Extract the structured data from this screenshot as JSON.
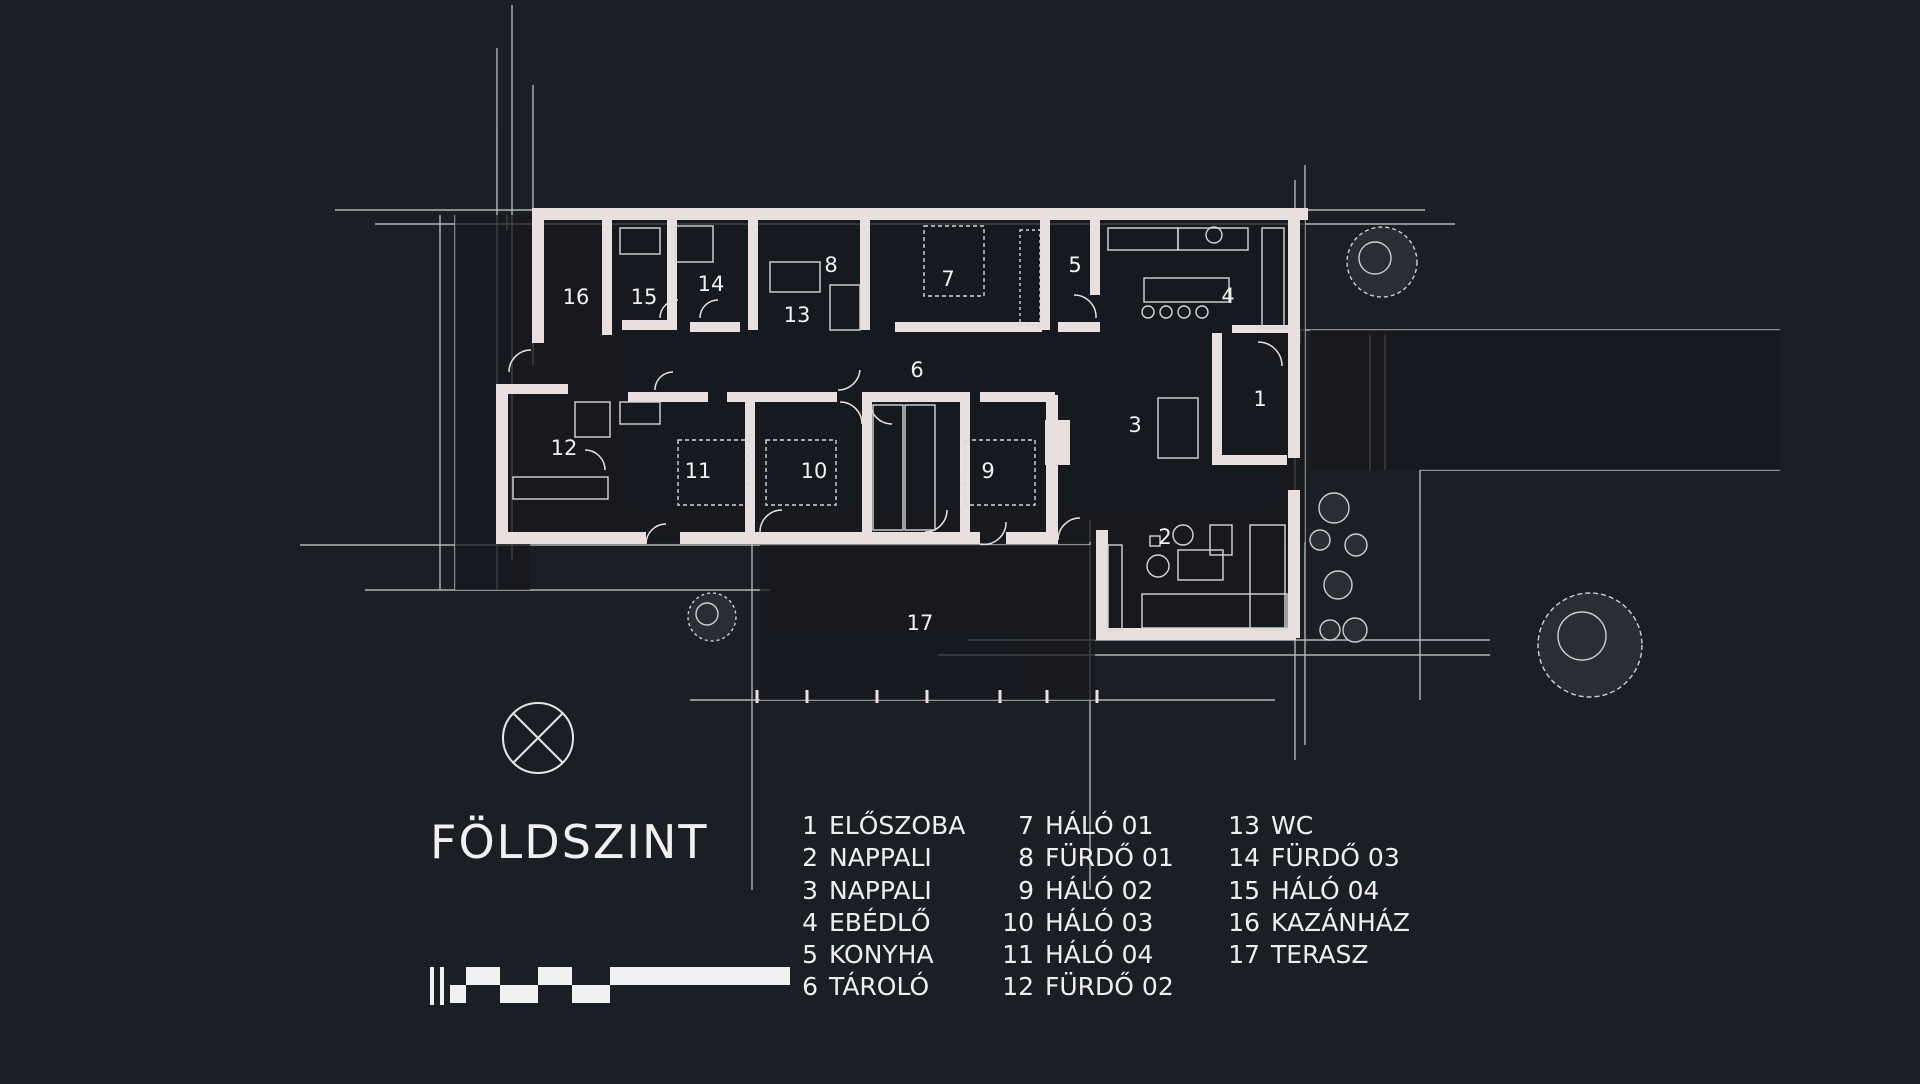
{
  "colors": {
    "background": "#1b1e25",
    "walls": "#e9dfdf",
    "lines": "#d8d8d8",
    "text": "#f1f1f1"
  },
  "title": "FÖLDSZINT",
  "room_numbers": [
    "1",
    "2",
    "3",
    "4",
    "5",
    "6",
    "7",
    "8",
    "9",
    "10",
    "11",
    "12",
    "13",
    "14",
    "15",
    "16",
    "17"
  ],
  "legend": {
    "col1": [
      {
        "num": "1",
        "name": "ELŐSZOBA"
      },
      {
        "num": "2",
        "name": "NAPPALI"
      },
      {
        "num": "3",
        "name": "NAPPALI"
      },
      {
        "num": "4",
        "name": "EBÉDLŐ"
      },
      {
        "num": "5",
        "name": "KONYHA"
      },
      {
        "num": "6",
        "name": "TÁROLÓ"
      }
    ],
    "col2": [
      {
        "num": "7",
        "name": "HÁLÓ 01"
      },
      {
        "num": "8",
        "name": "FÜRDŐ 01"
      },
      {
        "num": "9",
        "name": "HÁLÓ 02"
      },
      {
        "num": "10",
        "name": "HÁLÓ 03"
      },
      {
        "num": "11",
        "name": "HÁLÓ 04"
      },
      {
        "num": "12",
        "name": "FÜRDŐ 02"
      }
    ],
    "col3": [
      {
        "num": "13",
        "name": "WC"
      },
      {
        "num": "14",
        "name": "FÜRDŐ 03"
      },
      {
        "num": "15",
        "name": "HÁLÓ 04"
      },
      {
        "num": "16",
        "name": "KAZÁNHÁZ"
      },
      {
        "num": "17",
        "name": "TERASZ"
      }
    ]
  },
  "icons": {
    "north_marker": "compass-x-icon",
    "scale_bar": "scale-bar-icon",
    "trees": "tree-icon"
  }
}
